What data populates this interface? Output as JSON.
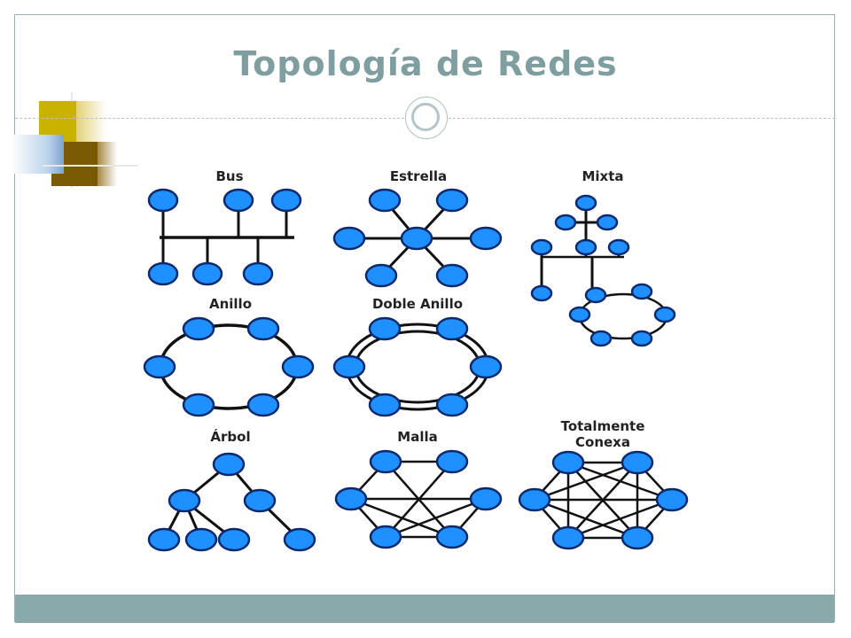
{
  "slide": {
    "title": "Topología de Redes"
  },
  "topologies": {
    "bus": "Bus",
    "estrella": "Estrella",
    "mixta": "Mixta",
    "anillo": "Anillo",
    "doble_anillo": "Doble Anillo",
    "arbol": "Árbol",
    "malla": "Malla",
    "totalmente_conexa_line1": "Totalmente",
    "totalmente_conexa_line2": "Conexa"
  },
  "colors": {
    "node_fill": "#1e90ff",
    "node_stroke": "#0b2a6e",
    "link": "#111111",
    "title": "#7f9ea0",
    "footer": "#8aa9ab",
    "accent_gold": "#c9b300",
    "accent_brown": "#7a5a00"
  }
}
